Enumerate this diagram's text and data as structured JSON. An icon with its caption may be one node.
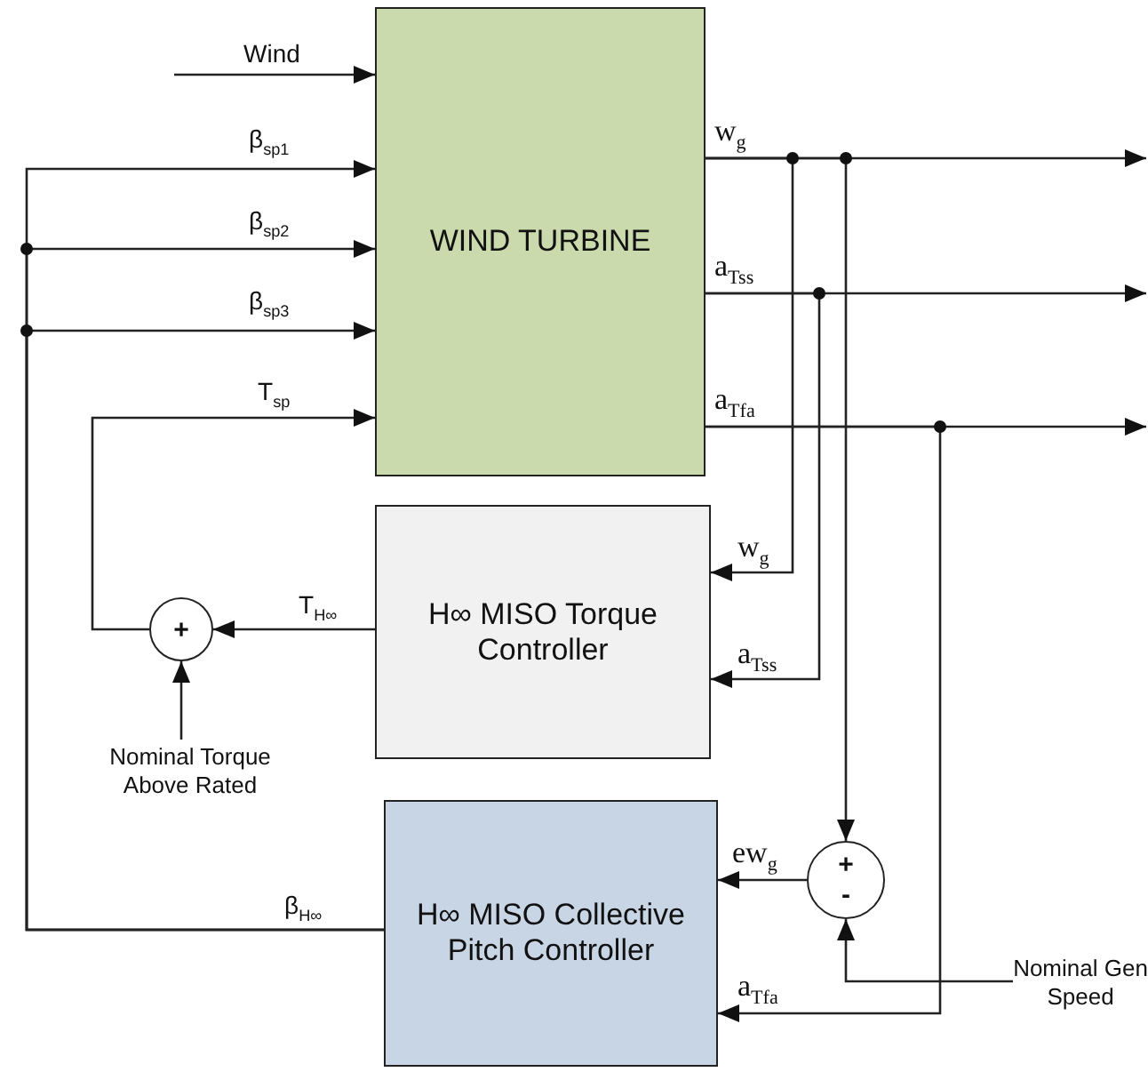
{
  "diagram": {
    "nodes": [
      {
        "text": [
          "WIND TURBINE"
        ]
      },
      {
        "text": [
          "H∞ MISO Torque Controller"
        ]
      },
      {
        "text": [
          "H∞ MISO Collective Pitch Controller"
        ]
      },
      {
        "text": [
          "+"
        ]
      },
      {
        "text": [
          "+",
          "-"
        ]
      },
      {
        "text": [
          "Nominal Torque Above Rated"
        ]
      },
      {
        "text": [
          "Nominal Gen Speed"
        ]
      }
    ],
    "edges": [
      {
        "from": null,
        "to": 0,
        "arrow": "to",
        "label": "Wind"
      },
      {
        "from": 2,
        "to": 0,
        "arrow": "to",
        "label": "β$_{sp1}$"
      },
      {
        "from": 2,
        "to": 0,
        "arrow": "to",
        "label": "β$_{sp2}$"
      },
      {
        "from": 2,
        "to": 0,
        "arrow": "to",
        "label": "β$_{sp3}$"
      },
      {
        "from": 3,
        "to": 0,
        "arrow": "to",
        "label": "T$_{sp}$"
      },
      {
        "from": 0,
        "to": null,
        "arrow": "to",
        "label": "w$_{g}$"
      },
      {
        "from": 0,
        "to": null,
        "arrow": "to",
        "label": "a$_{Tss}$"
      },
      {
        "from": 0,
        "to": null,
        "arrow": "to",
        "label": "a$_{Tfa}$"
      },
      {
        "from": 0,
        "to": 1,
        "arrow": "to",
        "label": "w$_{g}$"
      },
      {
        "from": 0,
        "to": 4,
        "arrow": "to"
      },
      {
        "from": 0,
        "to": 1,
        "arrow": "to",
        "label": "a$_{Tss}$"
      },
      {
        "from": 0,
        "to": 2,
        "arrow": "to",
        "label": "a$_{Tfa}$"
      },
      {
        "from": 1,
        "to": 3,
        "arrow": "to",
        "label": "T$_{H∞}$"
      },
      {
        "from": 5,
        "to": 3,
        "arrow": "to"
      },
      {
        "from": 4,
        "to": 2,
        "arrow": "to",
        "label": "ew$_{g}$"
      },
      {
        "from": 6,
        "to": 4,
        "arrow": "to"
      }
    ],
    "labels": [
      "β$_{H∞}$"
    ]
  }
}
